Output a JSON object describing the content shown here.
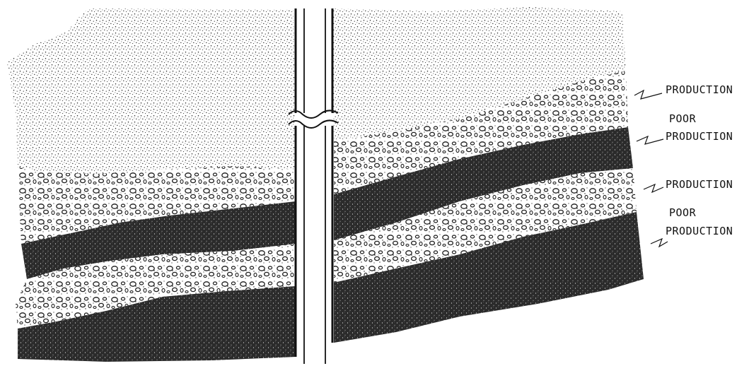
{
  "labels": {
    "production_1": "PRODUCTION",
    "poor_production_1_line1": "POOR",
    "poor_production_1_line2": "PRODUCTION",
    "production_2": "PRODUCTION",
    "poor_production_2_line1": "POOR",
    "poor_production_2_line2": "PRODUCTION"
  },
  "colors": {
    "ink": "#111111",
    "shale": "#2b2b2b",
    "paper": "#ffffff"
  }
}
